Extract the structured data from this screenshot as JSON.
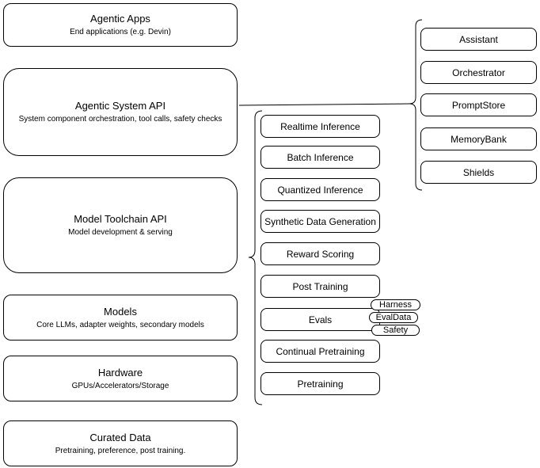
{
  "colors": {
    "stroke": "#000000",
    "fill": "#ffffff",
    "background": "#ffffff"
  },
  "layers": [
    {
      "title": "Agentic Apps",
      "subtitle": "End applications (e.g. Devin)"
    },
    {
      "title": "Agentic System API",
      "subtitle": "System component orchestration, tool calls, safety checks"
    },
    {
      "title": "Model Toolchain API",
      "subtitle": "Model development & serving"
    },
    {
      "title": "Models",
      "subtitle": "Core LLMs, adapter weights, secondary models"
    },
    {
      "title": "Hardware",
      "subtitle": "GPUs/Accelerators/Storage"
    },
    {
      "title": "Curated Data",
      "subtitle": "Pretraining, preference, post training."
    }
  ],
  "toolchain": {
    "items": [
      {
        "label": "Realtime Inference"
      },
      {
        "label": "Batch Inference"
      },
      {
        "label": "Quantized Inference"
      },
      {
        "label": "Synthetic Data Generation"
      },
      {
        "label": "Reward Scoring"
      },
      {
        "label": "Post Training"
      },
      {
        "label": "Evals"
      },
      {
        "label": "Continual Pretraining"
      },
      {
        "label": "Pretraining"
      }
    ]
  },
  "eval_tags": [
    {
      "label": "Harness"
    },
    {
      "label": "EvalData"
    },
    {
      "label": "Safety"
    }
  ],
  "system_components": {
    "items": [
      {
        "label": "Assistant"
      },
      {
        "label": "Orchestrator"
      },
      {
        "label": "PromptStore"
      },
      {
        "label": "MemoryBank"
      },
      {
        "label": "Shields"
      }
    ]
  }
}
